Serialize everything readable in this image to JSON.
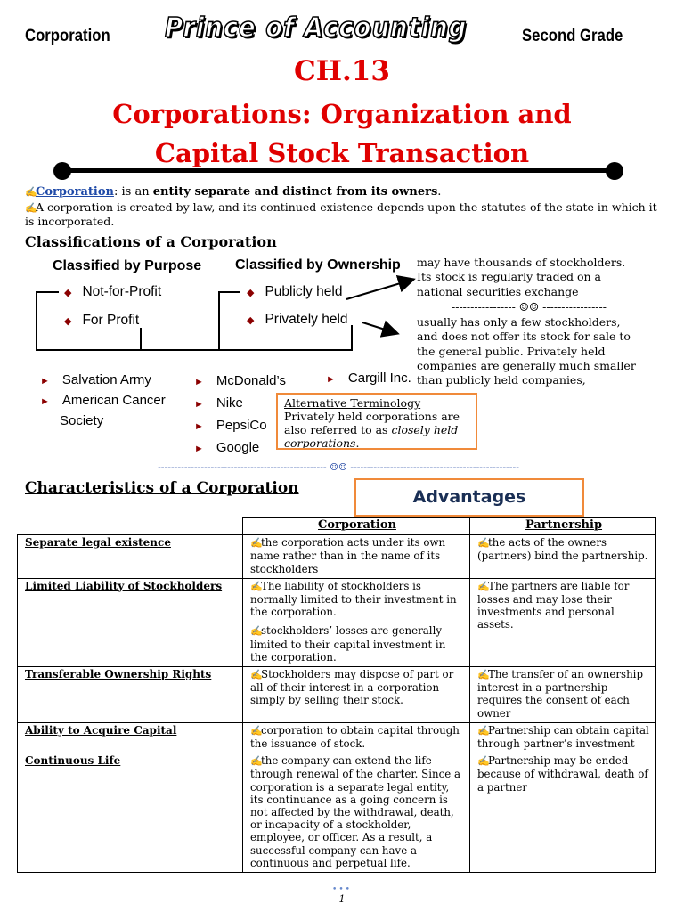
{
  "header": {
    "left": "Corporation",
    "logo": "Prince of Accounting",
    "right": "Second Grade"
  },
  "chapter": "CH.13",
  "title_line1": "Corporations: Organization and",
  "title_line2": "Capital Stock Transaction",
  "intro": {
    "term": "Corporation",
    "colon": ":",
    "def_pre": " is an ",
    "def_bold": "entity separate and distinct from its owners",
    "def_end": ".",
    "line2": "A corporation is created by law, and its continued existence depends upon the statutes of the state in which it is incorporated."
  },
  "classifications": {
    "heading": "Classifications of a Corporation",
    "purpose_heading": "Classified by Purpose",
    "ownership_heading": "Classified by Ownership",
    "purpose_items": [
      "Not-for-Profit",
      "For Profit"
    ],
    "ownership_items": [
      "Publicly held",
      "Privately held"
    ],
    "notforprofit_examples": [
      "Salvation Army",
      "American Cancer",
      "Society"
    ],
    "forprofit_examples": [
      "McDonald’s",
      "Nike",
      "PepsiCo",
      "Google"
    ],
    "private_example": "Cargill Inc.",
    "public_desc": "may have thousands of stockholders. Its stock is regularly traded on a national securities exchange",
    "separator": "----------------- ☺☺ -----------------",
    "private_desc": "usually has only a few stockholders, and does not offer its stock for sale to the general public. Privately held companies are generally much smaller than publicly held companies,"
  },
  "alt_box": {
    "heading": "Alternative Terminology",
    "text_pre": "Privately held corporations are also referred to as ",
    "text_italic": "closely held corporations",
    "text_end": "."
  },
  "divider": "--------------------------------------------------- ☺☺ ---------------------------------------------------",
  "characteristics_heading": "Characteristics of a Corporation",
  "advantages": "Advantages",
  "table": {
    "col_corp": "Corporation",
    "col_part": "Partnership",
    "rows": [
      {
        "label": "Separate legal existence",
        "corp": [
          "the corporation acts under its own name rather than in the name of its stockholders"
        ],
        "part": "the acts of the owners (partners) bind the partnership."
      },
      {
        "label": "Limited Liability of Stockholders",
        "corp": [
          "The liability of stockholders is normally limited to their investment in the corporation.",
          "stockholders’ losses are generally limited to their capital investment in the corporation."
        ],
        "part": "The partners are liable for losses and may lose their investments and personal assets."
      },
      {
        "label": "Transferable Ownership Rights",
        "corp": [
          "Stockholders may dispose of part or all of their interest in a corporation simply by selling their stock."
        ],
        "part": "The transfer of an ownership interest in a partnership requires the consent of each owner"
      },
      {
        "label": "Ability to Acquire Capital",
        "corp": [
          "corporation to obtain capital through the issuance of stock."
        ],
        "part": "Partnership can obtain capital through partner’s investment"
      },
      {
        "label": "Continuous Life",
        "corp": [
          "the company can extend the life through renewal of the charter. Since a corporation is a separate legal entity, its continuance as a going concern is not affected by the withdrawal, death, or incapacity of a stockholder, employee, or officer. As a result, a successful company can have a continuous and perpetual life."
        ],
        "part": "Partnership may be ended because of withdrawal, death of a partner"
      }
    ]
  },
  "page_number": "1",
  "icons": {
    "bullet": "pen-hand-icon",
    "diamond": "diamond-bullet-icon",
    "triangle": "triangle-bullet-icon"
  },
  "colors": {
    "title_red": "#e00000",
    "link_blue": "#1f4aa8",
    "box_orange": "#f08a3a",
    "dark_red": "#8b0000"
  }
}
